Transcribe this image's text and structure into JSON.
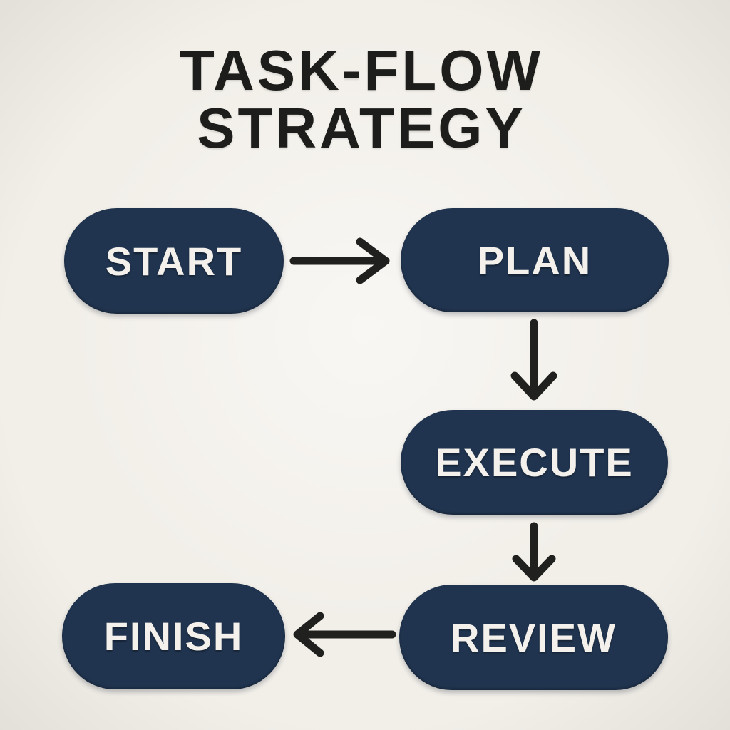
{
  "title": {
    "line1": "TASK-FLOW",
    "line2": "STRATEGY"
  },
  "nodes": [
    {
      "id": "start",
      "label": "START"
    },
    {
      "id": "plan",
      "label": "PLAN"
    },
    {
      "id": "execute",
      "label": "EXECUTE"
    },
    {
      "id": "review",
      "label": "REVIEW"
    },
    {
      "id": "finish",
      "label": "FINISH"
    }
  ],
  "edges": [
    {
      "from": "START",
      "to": "PLAN",
      "direction": "right"
    },
    {
      "from": "PLAN",
      "to": "EXECUTE",
      "direction": "down"
    },
    {
      "from": "EXECUTE",
      "to": "REVIEW",
      "direction": "down"
    },
    {
      "from": "REVIEW",
      "to": "FINISH",
      "direction": "left"
    }
  ],
  "colors": {
    "background": "#f2efe9",
    "node_fill": "#20344f",
    "node_text": "#f4f1ec",
    "arrow": "#20201e",
    "title_text": "#1d1d1b"
  }
}
